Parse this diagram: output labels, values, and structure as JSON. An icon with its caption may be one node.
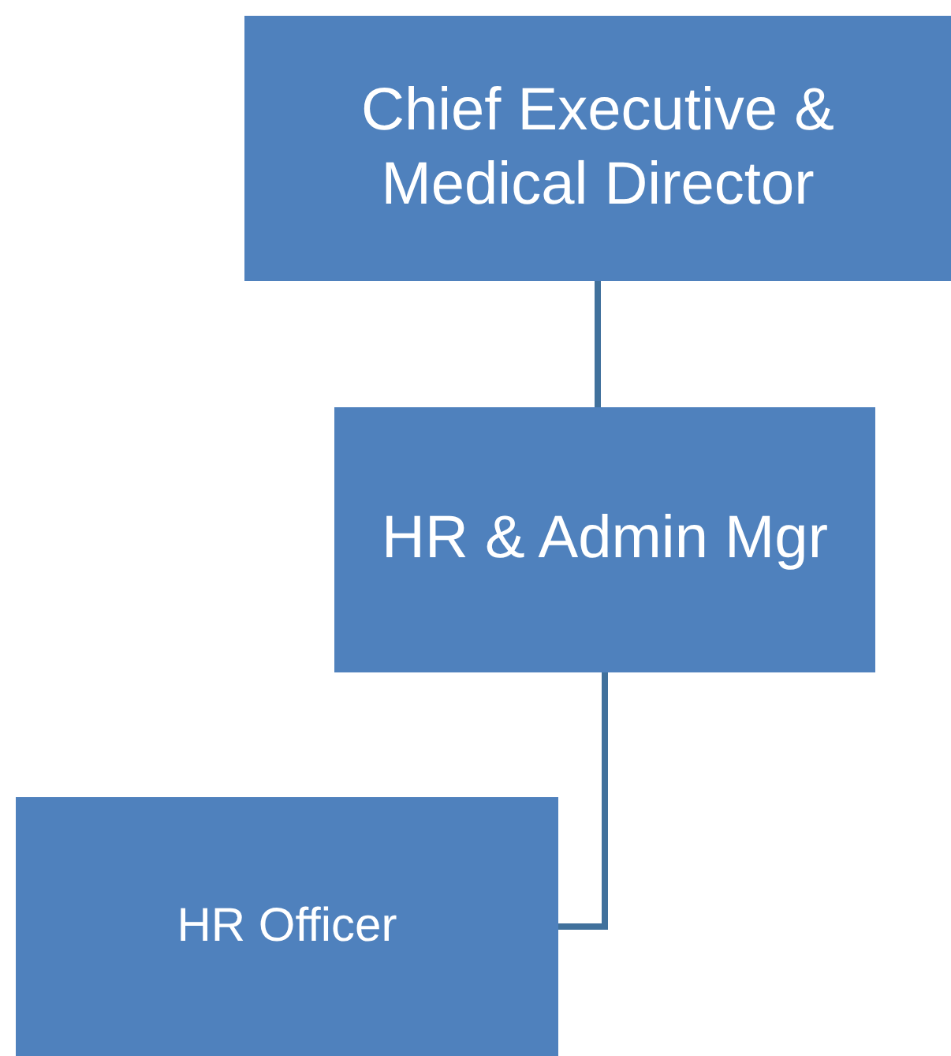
{
  "diagram": {
    "nodes": [
      {
        "text": [
          "Chief Executive & Medical Director"
        ]
      },
      {
        "text": [
          "HR & Admin Mgr"
        ]
      },
      {
        "text": [
          "HR Officer"
        ]
      }
    ],
    "edges": [
      {
        "from": 0,
        "to": 1,
        "arrow": "none"
      },
      {
        "from": 1,
        "to": 2,
        "arrow": "none"
      }
    ]
  }
}
